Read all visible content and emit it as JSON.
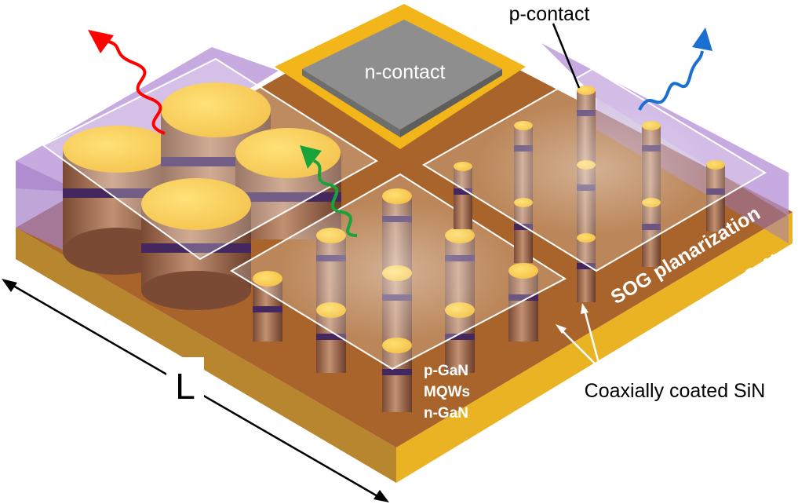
{
  "labels": {
    "n_contact": "n-contact",
    "p_contact": "p-contact",
    "sog": "SOG planarization",
    "n_gan_base": "n-GaN",
    "p_gan": "p-GaN",
    "mqws": "MQWs",
    "n_gan_pillar": "n-GaN",
    "coaxial": "Coaxially coated SiN",
    "dimension": "L"
  },
  "colors": {
    "substrate_top": "#a8642b",
    "substrate_left": "#b8862f",
    "substrate_right": "#e9b324",
    "n_gan_layer": "#f0b51c",
    "n_contact_pad": "#8e8e8e",
    "n_contact_rim": "#f2b51a",
    "sog": "#b48fd6",
    "pillar_body": "#9c6a4a",
    "pillar_top": "#f7c521",
    "mqw_band": "#43275e",
    "emission_red": "#ff0000",
    "emission_green": "#1aa33a",
    "emission_blue": "#1a6fd0"
  },
  "emissions": [
    "red",
    "green",
    "blue"
  ]
}
